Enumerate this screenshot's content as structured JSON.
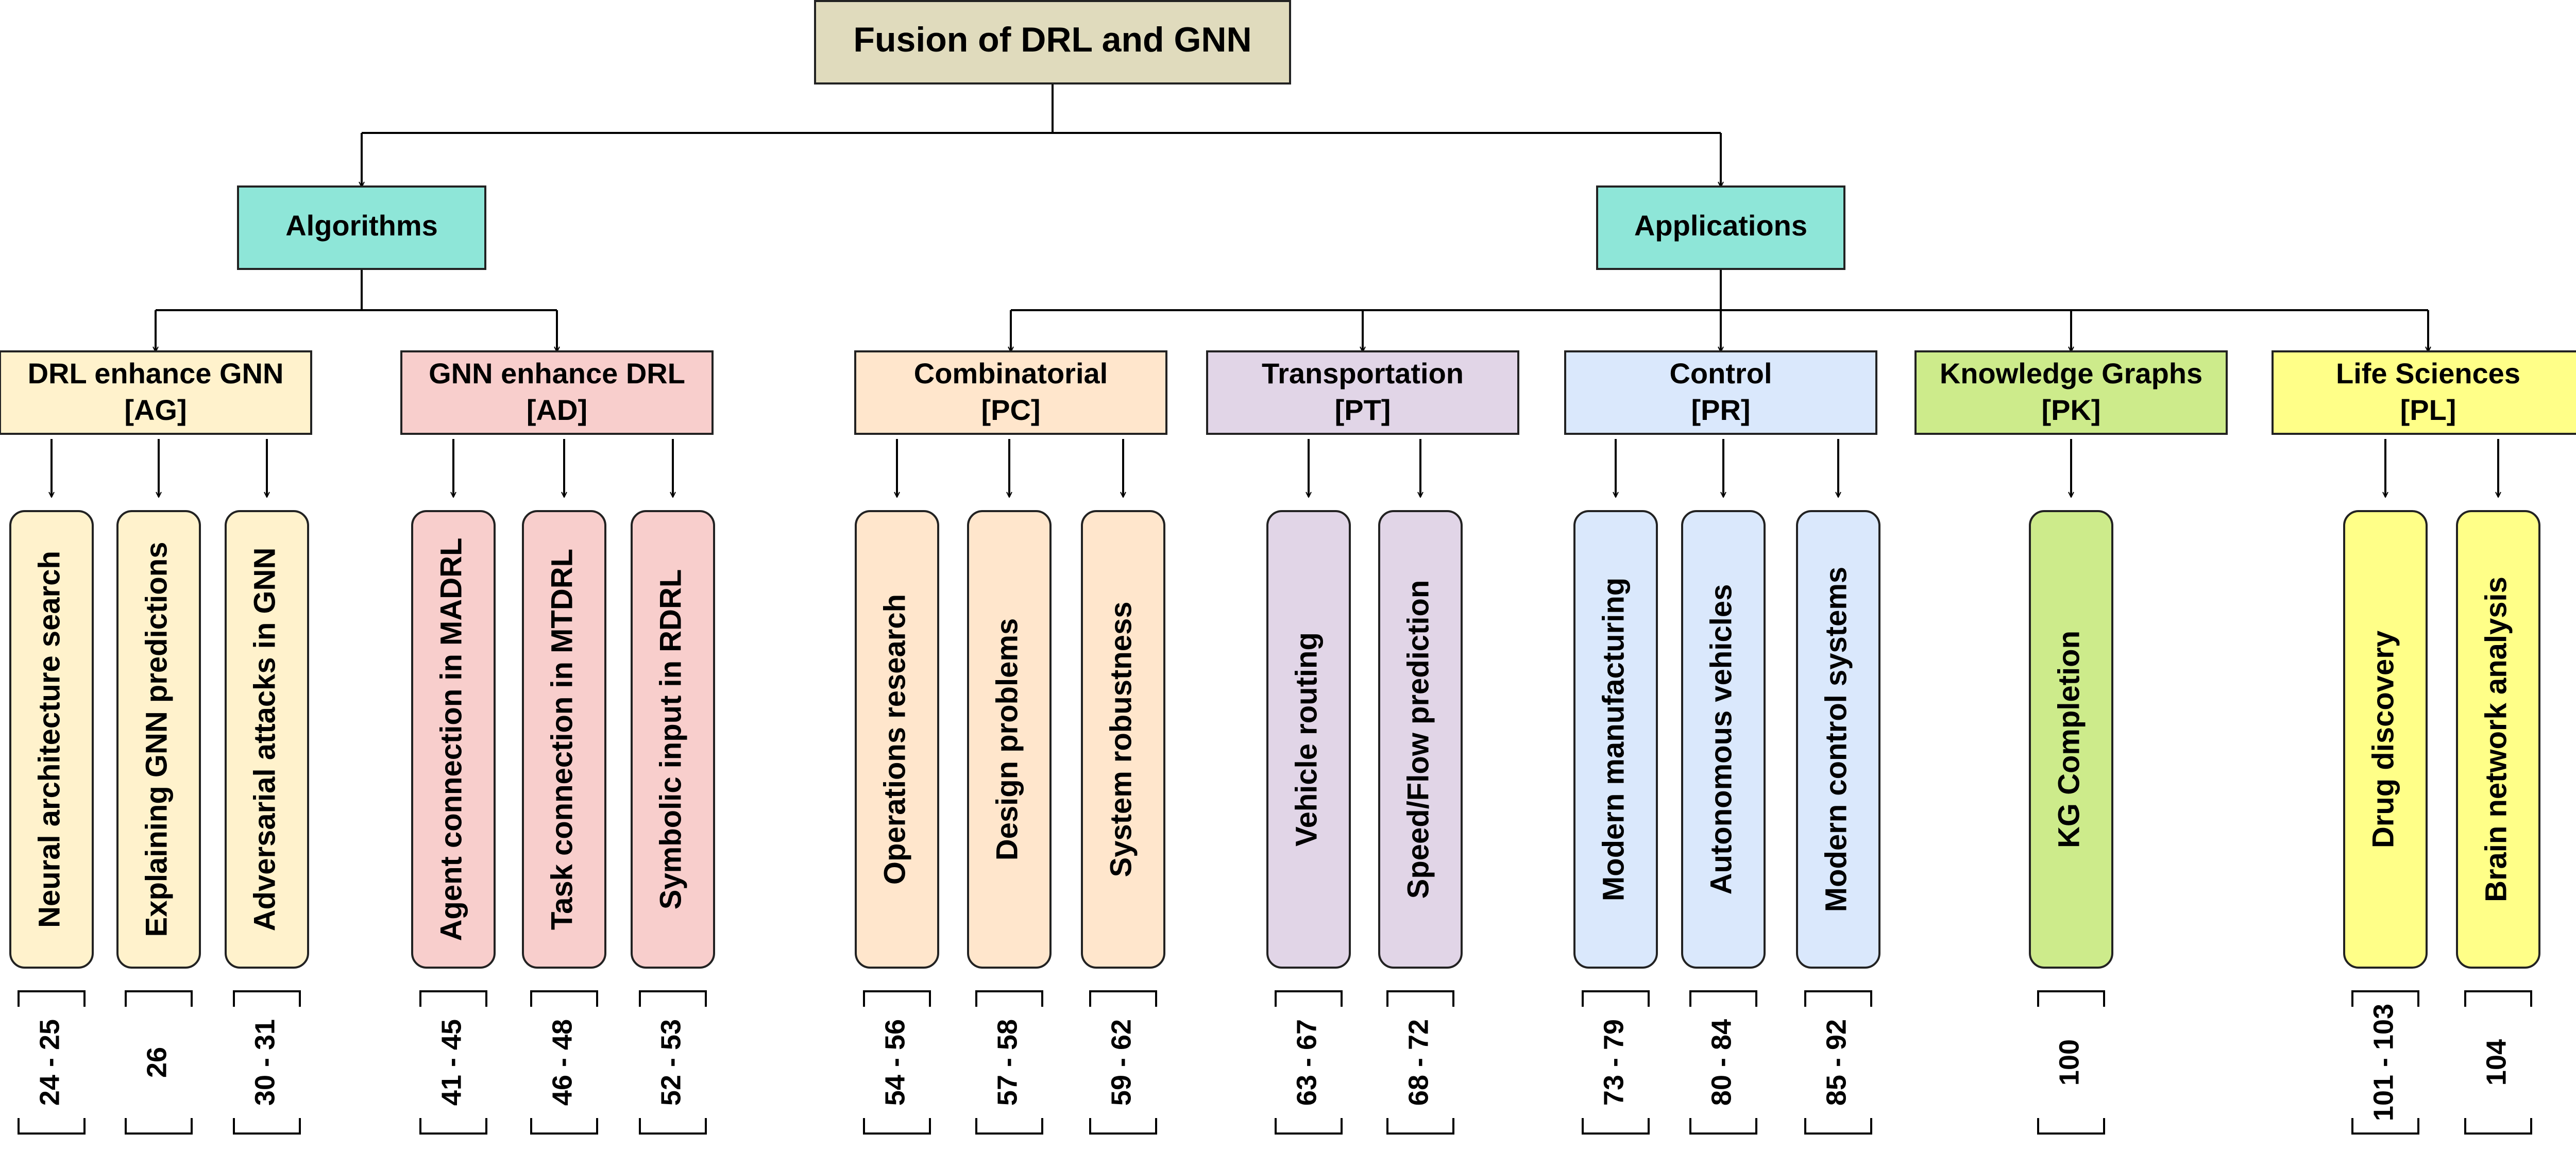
{
  "root": {
    "label": "Fusion of DRL and GNN",
    "color": "#e0dbbd"
  },
  "branches": [
    {
      "id": "algorithms",
      "label": "Algorithms",
      "color": "#8ee6d8",
      "categories": [
        {
          "id": "ag",
          "name": "DRL enhance GNN",
          "code": "[AG]",
          "color": "#fff2cc",
          "leaves": [
            {
              "label": "Neural architecture search",
              "refs": "24 - 25"
            },
            {
              "label": "Explaining GNN predictions",
              "refs": "26"
            },
            {
              "label": "Adversarial attacks in GNN",
              "refs": "30 - 31"
            }
          ]
        },
        {
          "id": "ad",
          "name": "GNN enhance DRL",
          "code": "[AD]",
          "color": "#f8cecc",
          "leaves": [
            {
              "label": "Agent connection in MADRL",
              "refs": "41 - 45"
            },
            {
              "label": "Task connection in MTDRL",
              "refs": "46 - 48"
            },
            {
              "label": "Symbolic input in RDRL",
              "refs": "52 - 53"
            }
          ]
        }
      ]
    },
    {
      "id": "applications",
      "label": "Applications",
      "color": "#8ee6d8",
      "categories": [
        {
          "id": "pc",
          "name": "Combinatorial",
          "code": "[PC]",
          "color": "#ffe6cc",
          "leaves": [
            {
              "label": "Operations research",
              "refs": "54 - 56"
            },
            {
              "label": "Design problems",
              "refs": "57 - 58"
            },
            {
              "label": "System robustness",
              "refs": "59 - 62"
            }
          ]
        },
        {
          "id": "pt",
          "name": "Transportation",
          "code": "[PT]",
          "color": "#e1d5e7",
          "leaves": [
            {
              "label": "Vehicle routing",
              "refs": "63 - 67"
            },
            {
              "label": "Speed/Flow prediction",
              "refs": "68 - 72"
            }
          ]
        },
        {
          "id": "pr",
          "name": "Control",
          "code": "[PR]",
          "color": "#dae8fc",
          "leaves": [
            {
              "label": "Modern manufacturing",
              "refs": "73 - 79"
            },
            {
              "label": "Autonomous vehicles",
              "refs": "80 - 84"
            },
            {
              "label": "Modern control systems",
              "refs": "85 - 92"
            }
          ]
        },
        {
          "id": "pk",
          "name": "Knowledge Graphs",
          "code": "[PK]",
          "color": "#cdeb8b",
          "leaves": [
            {
              "label": "KG Completion",
              "refs": "100"
            }
          ]
        },
        {
          "id": "pl",
          "name": "Life Sciences",
          "code": "[PL]",
          "color": "#ffff88",
          "leaves": [
            {
              "label": "Drug discovery",
              "refs": "101 - 103"
            },
            {
              "label": "Brain network analysis",
              "refs": "104"
            }
          ]
        }
      ]
    }
  ]
}
